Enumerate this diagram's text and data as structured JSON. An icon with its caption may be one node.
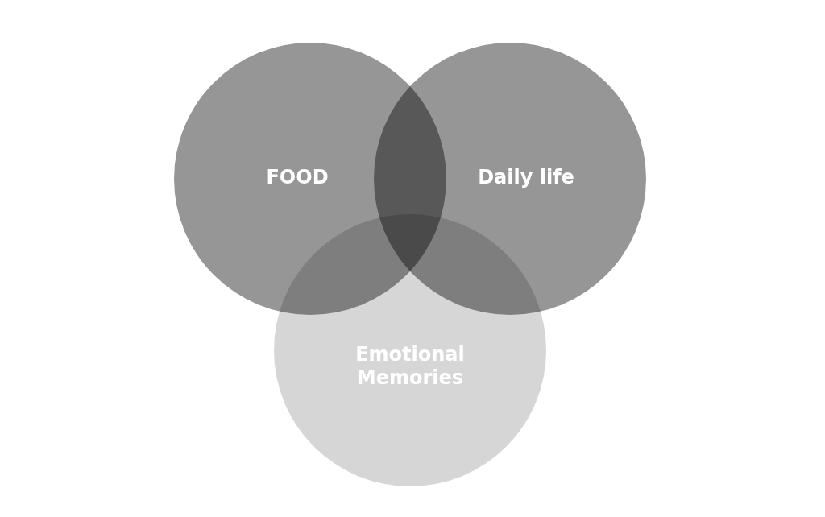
{
  "diagram": {
    "nodes": [
      {
        "text": [
          "Emotional Memories"
        ]
      },
      {
        "text": [
          "FOOD"
        ]
      },
      {
        "text": [
          "Daily life"
        ]
      }
    ]
  }
}
